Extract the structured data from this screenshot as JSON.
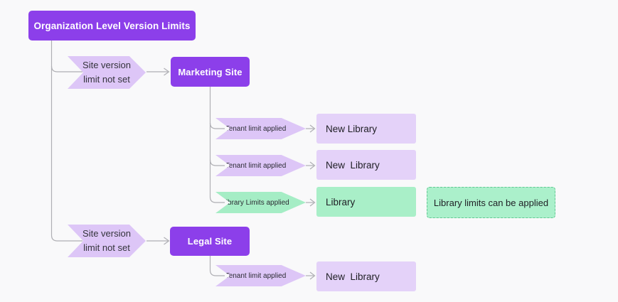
{
  "colors": {
    "background": "#f9f9fa",
    "site_node_purple": "#8c3fea",
    "condition_chevron_purple": "#ddc6f7",
    "result_box_purple": "#e4d2f9",
    "result_green": "#a9efc8",
    "note_border_green": "#62c892",
    "connector_gray": "#afafb4",
    "text_dark": "#2b2b33"
  },
  "diagram": {
    "root": {
      "label": "Organization Level Version Limits"
    },
    "branches": [
      {
        "condition_line1": "Site version",
        "condition_line2": "limit not set",
        "site_label": "Marketing Site",
        "outcomes": [
          {
            "condition": "Tenant limit applied",
            "result": "New Library",
            "style": "purple"
          },
          {
            "condition": "Tenant limit applied",
            "result": "New  Library",
            "style": "purple"
          },
          {
            "condition": "Library Limits applied",
            "result": "Library",
            "style": "green"
          }
        ],
        "annotation": "Library limits can be applied"
      },
      {
        "condition_line1": "Site version",
        "condition_line2": "limit not set",
        "site_label": "Legal Site",
        "outcomes": [
          {
            "condition": "Tenant limit applied",
            "result": "New  Library",
            "style": "purple"
          }
        ]
      }
    ]
  }
}
